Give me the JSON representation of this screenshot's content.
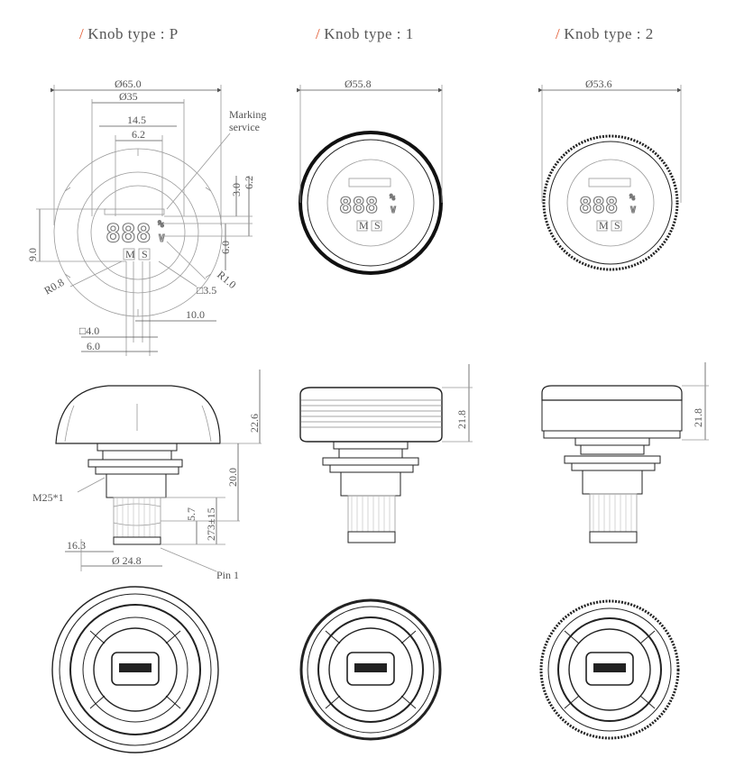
{
  "titles": {
    "slash": "/",
    "type_p": "Knob type : P",
    "type_1": "Knob type : 1",
    "type_2": "Knob type : 2"
  },
  "display": {
    "digits": "888",
    "percent": "%",
    "volt": "V",
    "m_key": "M",
    "s_key": "S"
  },
  "dims_p_top": {
    "d65": "Ø65.0",
    "d35": "Ø35",
    "w145": "14.5",
    "w62": "6.2",
    "marking1": "Marking",
    "marking2": "service",
    "h30": "3.0",
    "h62": "6.2",
    "h90": "9.0",
    "h60": "6.0",
    "r08": "R0.8",
    "r10": "R1.0",
    "sq35": "□3.5",
    "w100": "10.0",
    "sq40": "□4.0",
    "w60": "6.0"
  },
  "dims_1_top": {
    "d558": "Ø55.8"
  },
  "dims_2_top": {
    "d536": "Ø53.6"
  },
  "dims_p_side": {
    "h226": "22.6",
    "h200": "20.0",
    "m25": "M25*1",
    "h57": "5.7",
    "h273": "273±15",
    "w163": "16.3",
    "d248": "Ø 24.8",
    "pin1": "Pin 1"
  },
  "dims_1_side": {
    "h218": "21.8"
  },
  "dims_2_side": {
    "h218": "21.8"
  }
}
